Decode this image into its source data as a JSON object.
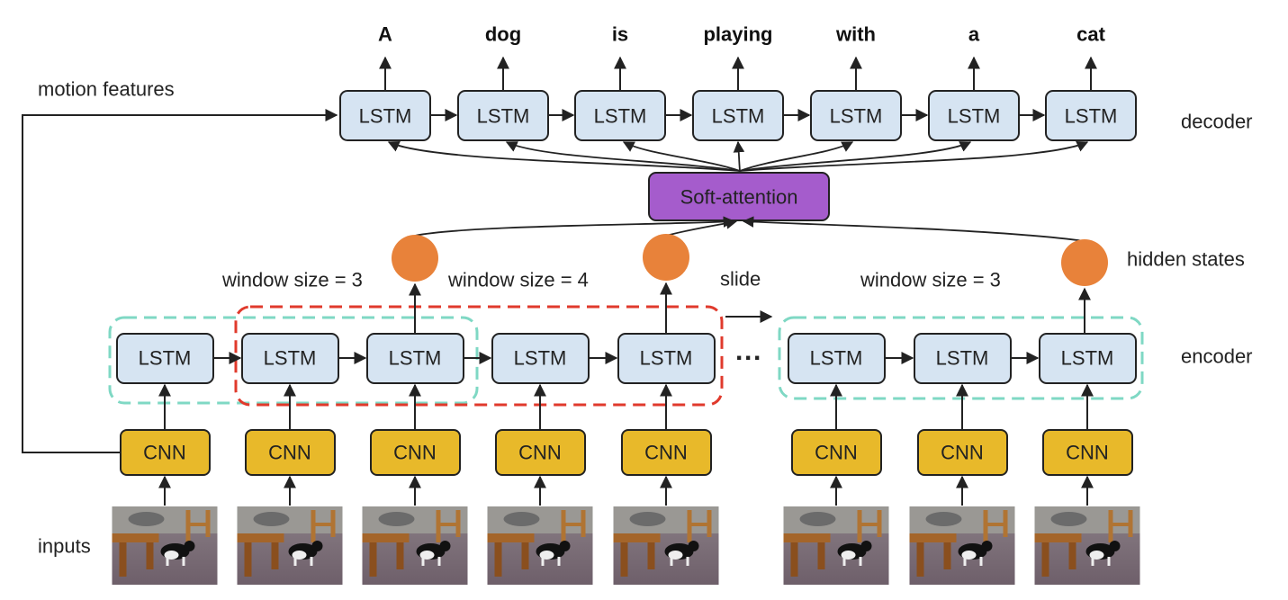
{
  "output_words": [
    "A",
    "dog",
    "is",
    "playing",
    "with",
    "a",
    "cat"
  ],
  "decoder": {
    "cell_label": "LSTM",
    "label": "decoder"
  },
  "attention": {
    "label": "Soft-attention"
  },
  "encoder": {
    "cell_label": "LSTM",
    "label": "encoder",
    "ellipsis": "···"
  },
  "cnn": {
    "label": "CNN"
  },
  "labels": {
    "motion_features": "motion features",
    "hidden_states": "hidden states",
    "inputs": "inputs",
    "window_1": "window size = 3",
    "window_2": "window size = 4",
    "slide": "slide",
    "window_3": "window size = 3"
  },
  "colors": {
    "lstm_fill": "#d6e4f2",
    "cnn_fill": "#e8b92a",
    "attention_fill": "#a55ccc",
    "hidden_state": "#e8823a",
    "window_teal": "#7fd8c4",
    "window_red": "#e03a2c",
    "stroke": "#222222"
  },
  "frames": {
    "count": 8,
    "description_icon": "video-frame-thumbnail"
  }
}
